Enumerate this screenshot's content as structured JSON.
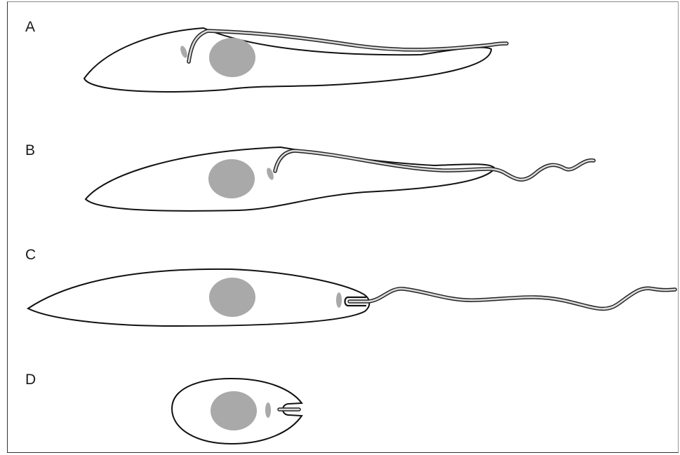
{
  "panels": [
    {
      "label": "A"
    },
    {
      "label": "B"
    },
    {
      "label": "C"
    },
    {
      "label": "D"
    }
  ],
  "colors": {
    "outline": "#111111",
    "nucleus": "#a9a9a9",
    "flagellum_core": "#d9d9d9",
    "background": "#ffffff"
  }
}
